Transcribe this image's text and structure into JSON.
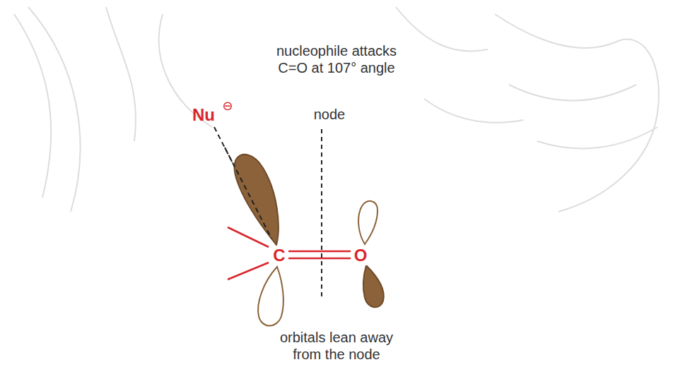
{
  "diagram": {
    "title": "nucleophile attacks C=O at 107° angle",
    "caption": "orbitals lean away from the node",
    "labels": [
      "Nu",
      "⊖",
      "node",
      "C",
      "O"
    ]
  }
}
